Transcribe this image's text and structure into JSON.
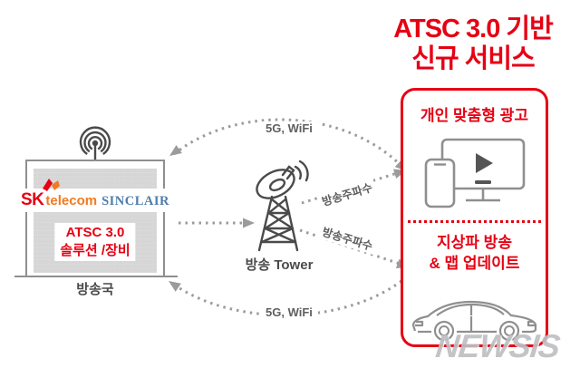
{
  "title": {
    "line1": "ATSC 3.0 기반",
    "line2": "신규 서비스"
  },
  "broadcaster": {
    "logo_sk": "SK",
    "logo_telecom": "telecom",
    "logo_sinclair": "SINCLAIR",
    "product_line1": "ATSC 3.0",
    "product_line2": "솔루션 /장비",
    "label": "방송국"
  },
  "tower": {
    "label": "방송 Tower"
  },
  "links": {
    "top_label": "5G, WiFi",
    "bottom_label": "5G, WiFi",
    "freq_upper": "방송주파수",
    "freq_lower": "방송주파수"
  },
  "services": {
    "card1": {
      "title": "개인 맞춤형 광고",
      "icon": "tv-phone-play-icon"
    },
    "card2": {
      "title_line1": "지상파 방송",
      "title_line2": "& 맵 업데이트",
      "icon": "car-icon"
    }
  },
  "watermark": "NEWSIS",
  "colors": {
    "accent_red": "#e60013",
    "sk_orange": "#f47920",
    "sinclair_blue": "#4e7dad",
    "arrow_gray": "#9b9b9b",
    "icon_gray": "#8f8f8f",
    "dark_gray": "#4a4a4a"
  }
}
